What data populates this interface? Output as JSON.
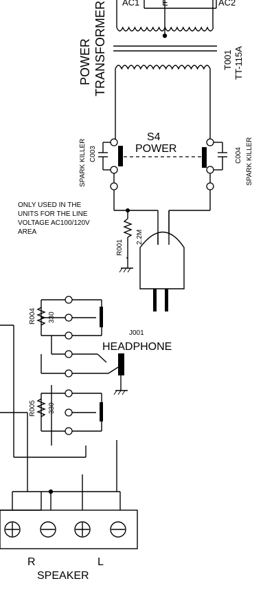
{
  "transformer": {
    "tap_left": "AC1",
    "tap_center": "E",
    "tap_right": "AC2",
    "name_line1": "POWER",
    "name_line2": "TRANSFORMER",
    "ref": "T001",
    "part": "TT-115A"
  },
  "power_switch": {
    "ref": "S4",
    "label": "POWER"
  },
  "spark_killer_left": {
    "label": "SPARK KILLER",
    "ref": "C003"
  },
  "spark_killer_right": {
    "ref": "C004",
    "label": "SPARK KILLER"
  },
  "note": {
    "line1": "ONLY USED IN THE",
    "line2": "UNITS FOR THE LINE",
    "line3": "VOLTAGE  AC100/120V",
    "line4": "AREA"
  },
  "r001": {
    "ref": "R001",
    "value": "2.2M"
  },
  "r004": {
    "ref": "R004",
    "value": "330"
  },
  "r005": {
    "ref": "R005",
    "value": "330"
  },
  "headphone": {
    "ref": "J001",
    "label": "HEADPHONE"
  },
  "speaker": {
    "label": "SPEAKER",
    "channel_r": "R",
    "channel_l": "L",
    "terminals": [
      "+",
      "−",
      "+",
      "−"
    ]
  }
}
